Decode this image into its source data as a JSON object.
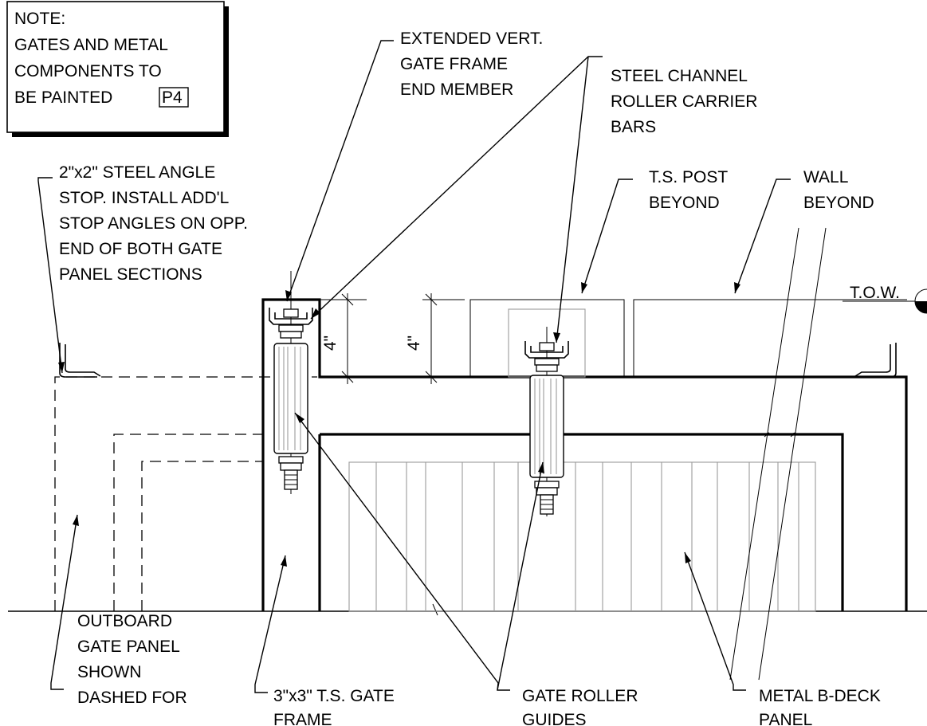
{
  "note": {
    "lines": [
      "NOTE:",
      "GATES AND METAL",
      "COMPONENTS TO",
      "BE PAINTED"
    ],
    "tag": "P4"
  },
  "callouts": {
    "extended_frame": [
      "EXTENDED VERT.",
      "GATE FRAME",
      "END MEMBER"
    ],
    "carrier_bars": [
      "STEEL CHANNEL",
      "ROLLER CARRIER",
      "BARS"
    ],
    "angle_stop": [
      "2\"x2\" STEEL ANGLE",
      "STOP. INSTALL ADD'L",
      "STOP ANGLES ON OPP.",
      "END OF BOTH GATE",
      "PANEL SECTIONS"
    ],
    "ts_post": [
      "T.S. POST",
      "BEYOND"
    ],
    "wall": [
      "WALL",
      "BEYOND"
    ],
    "tow": "T.O.W.",
    "outboard": [
      "OUTBOARD",
      "GATE PANEL",
      "SHOWN",
      "DASHED FOR"
    ],
    "gate_frame": [
      "3\"x3\" T.S. GATE",
      "FRAME"
    ],
    "roller_guides": [
      "GATE ROLLER",
      "GUIDES"
    ],
    "bdeck": [
      "METAL B-DECK",
      "PANEL"
    ]
  },
  "dimensions": {
    "left": "4\"",
    "right": "4\""
  }
}
